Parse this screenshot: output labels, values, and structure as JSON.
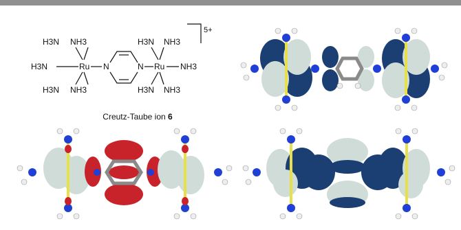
{
  "structure": {
    "ligands": {
      "left_top_a": "H3N",
      "left_top_b": "NH3",
      "left_mid": "H3N",
      "left_bot_a": "H3N",
      "left_bot_b": "NH3",
      "right_top_a": "H3N",
      "right_top_b": "NH3",
      "right_mid": "NH3",
      "right_bot_a": "H3N",
      "right_bot_b": "NH3"
    },
    "metal_left": "Ru",
    "metal_right": "Ru",
    "bridge_n_left": "N",
    "bridge_n_right": "N",
    "charge": "5+"
  },
  "caption": {
    "text": "Creutz-Taube ion",
    "number": "6"
  },
  "orbitals": [
    {
      "panel": "top-right",
      "lobe_color_a": "#1b3f73",
      "lobe_color_b": "#cfdcd8"
    },
    {
      "panel": "bottom-left",
      "lobe_color_a": "#c8232a",
      "lobe_color_b": "#cfdcd8"
    },
    {
      "panel": "bottom-right",
      "lobe_color_a": "#1b3f73",
      "lobe_color_b": "#cfdcd8"
    }
  ],
  "colors": {
    "ru_yellow": "#e8e04a",
    "nitrogen_blue": "#1f3fd6",
    "hydrogen_white": "#eeeeee",
    "carbon_gray": "#8a8a8a"
  }
}
